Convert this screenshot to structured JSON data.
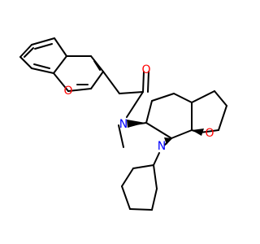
{
  "molecule": {
    "colors": {
      "bond": "#000000",
      "oxygen": "#ff0000",
      "nitrogen": "#0000ff",
      "background": "#ffffff"
    },
    "atom_labels": {
      "ring_oxygen": "O",
      "carbonyl_oxygen": "O",
      "amide_nitrogen": "N",
      "spiro_oxygen": "O",
      "pyrrolidine_nitrogen": "N"
    }
  }
}
